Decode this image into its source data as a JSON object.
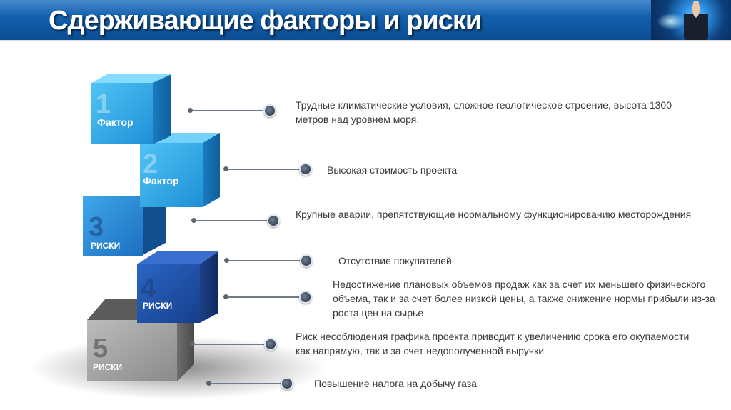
{
  "header": {
    "title": "Сдерживающие факторы и риски"
  },
  "cubes": [
    {
      "number": "1",
      "label": "Фактор"
    },
    {
      "number": "2",
      "label": "Фактор"
    },
    {
      "number": "3",
      "label": "РИСКИ"
    },
    {
      "number": "4",
      "label": "РИСКИ"
    },
    {
      "number": "5",
      "label": "РИСКИ"
    }
  ],
  "items": [
    {
      "text": "Трудные климатические условия, сложное геологическое строение, высота 1300 метров над уровнем моря."
    },
    {
      "text": "Высокая стоимость проекта"
    },
    {
      "text": "Крупные аварии, препятствующие нормальному функционированию месторождения"
    },
    {
      "text": "Отсутствие покупателей"
    },
    {
      "text": "Недостижение плановых объемов продаж как за счет их меньшего физического объема, так и за счет более низкой цены, а также снижение нормы прибыли из-за роста цен на сырье"
    },
    {
      "text": "Риск несоблюдения графика проекта приводит к увеличению срока его окупаемости как напрямую, так и за счет недополученной выручки"
    },
    {
      "text": "Повышение налога на добычу газа"
    }
  ]
}
